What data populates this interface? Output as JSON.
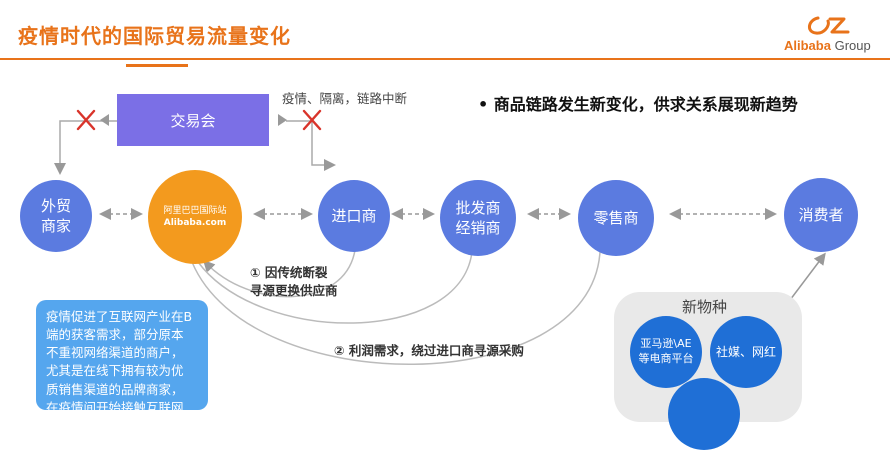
{
  "header": {
    "title": "疫情时代的国际贸易流量变化",
    "logo_brand": "Alibaba",
    "logo_suffix": "Group"
  },
  "diagram": {
    "trade_fair": "交易会",
    "disruption_note": "疫情、隔离，链路中断",
    "headline": "商品链路发生新变化，供求关系展现新趋势",
    "foreign_trader_line1": "外贸",
    "foreign_trader_line2": "商家",
    "alibaba_cn": "阿里巴巴国际站",
    "alibaba_en": "Alibaba.com",
    "importer": "进口商",
    "wholesaler_line1": "批发商",
    "wholesaler_line2": "经销商",
    "retailer": "零售商",
    "consumer": "消费者",
    "path1_line1": "① 因传统断裂",
    "path1_line2": "寻源更换供应商",
    "path2": "② 利润需求，绕过进口商寻源采购",
    "new_species": "新物种",
    "amazon_line1": "亚马逊\\AE",
    "amazon_line2": "等电商平台",
    "social_media": "社媒、网红",
    "blue_note_lines": [
      "疫情促进了互联网产业在B",
      "端的获客需求，部分原本",
      "不重视网络渠道的商户，",
      "尤其是在线下拥有较为优",
      "质销售渠道的品牌商家，",
      "在疫情间开始接触互联网"
    ]
  },
  "colors": {
    "accent": "#e8731a",
    "node_blue": "#5b7be0",
    "fair_purple": "#7b6fe6",
    "note_blue": "#55a6ee",
    "cross_red": "#d9342b"
  }
}
